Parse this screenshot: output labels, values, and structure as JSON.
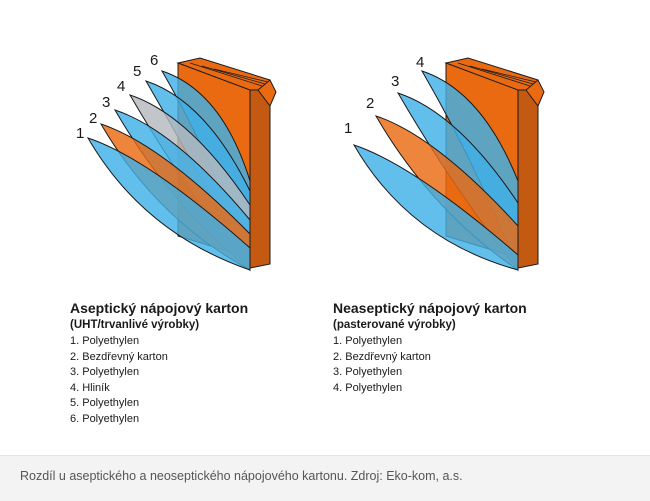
{
  "colors": {
    "orange": "#ea6a12",
    "orange_dark": "#c45a12",
    "blue": "#3fb0e6",
    "grey": "#b5b9bf",
    "outline": "#1a1a1a"
  },
  "diagrams": [
    {
      "title": "Aseptický nápojový karton",
      "subtitle": "(UHT/trvanlivé výrobky)",
      "layers": [
        {
          "number": "1",
          "label": "1. Polyethylen",
          "material": "blue"
        },
        {
          "number": "2",
          "label": "2. Bezdřevný karton",
          "material": "orange"
        },
        {
          "number": "3",
          "label": "3. Polyethylen",
          "material": "blue"
        },
        {
          "number": "4",
          "label": "4. Hliník",
          "material": "grey"
        },
        {
          "number": "5",
          "label": "5. Polyethylen",
          "material": "blue"
        },
        {
          "number": "6",
          "label": "6. Polyethylen",
          "material": "blue"
        }
      ]
    },
    {
      "title": "Neaseptický nápojový karton",
      "subtitle": "(pasterované výrobky)",
      "layers": [
        {
          "number": "1",
          "label": "1. Polyethylen",
          "material": "blue"
        },
        {
          "number": "2",
          "label": "2. Bezdřevný karton",
          "material": "orange"
        },
        {
          "number": "3",
          "label": "3. Polyethylen",
          "material": "blue"
        },
        {
          "number": "4",
          "label": "4. Polyethylen",
          "material": "blue"
        }
      ]
    }
  ],
  "caption": "Rozdíl u aseptického a neoseptického nápojového kartonu. Zdroj: Eko-kom, a.s."
}
